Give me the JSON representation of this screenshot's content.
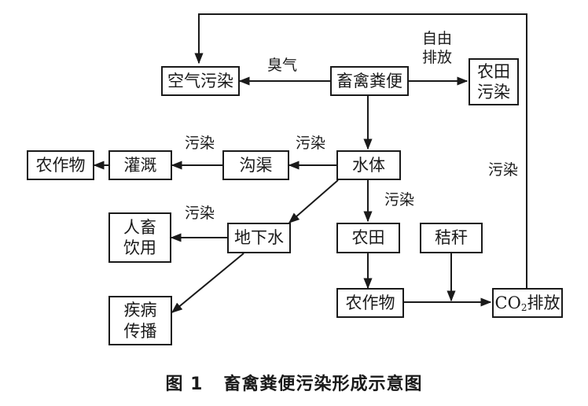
{
  "nodes": {
    "manure": "畜禽粪便",
    "air_pollution": "空气污染",
    "farmland_pollution": [
      "农田",
      "污染"
    ],
    "water_body": "水体",
    "ditch": "沟渠",
    "irrigation": "灌溉",
    "crops_left": "农作物",
    "groundwater": "地下水",
    "human_livestock": [
      "人畜",
      "饮用"
    ],
    "disease": [
      "疾病",
      "传播"
    ],
    "farmland": "农田",
    "crops_bottom": "农作物",
    "straw": "秸秆",
    "co2_prefix": "CO",
    "co2_sub": "2",
    "co2_suffix": "排放"
  },
  "edge_labels": {
    "odor": "臭气",
    "free_discharge": [
      "自由",
      "排放"
    ],
    "pollution_ditch": "污染",
    "pollution_irrigation": "污染",
    "pollution_groundwater": "污染",
    "pollution_farmland": "污染",
    "pollution_co2": "污染"
  },
  "caption": {
    "number": "图 1",
    "title": "畜禽粪便污染形成示意图"
  }
}
